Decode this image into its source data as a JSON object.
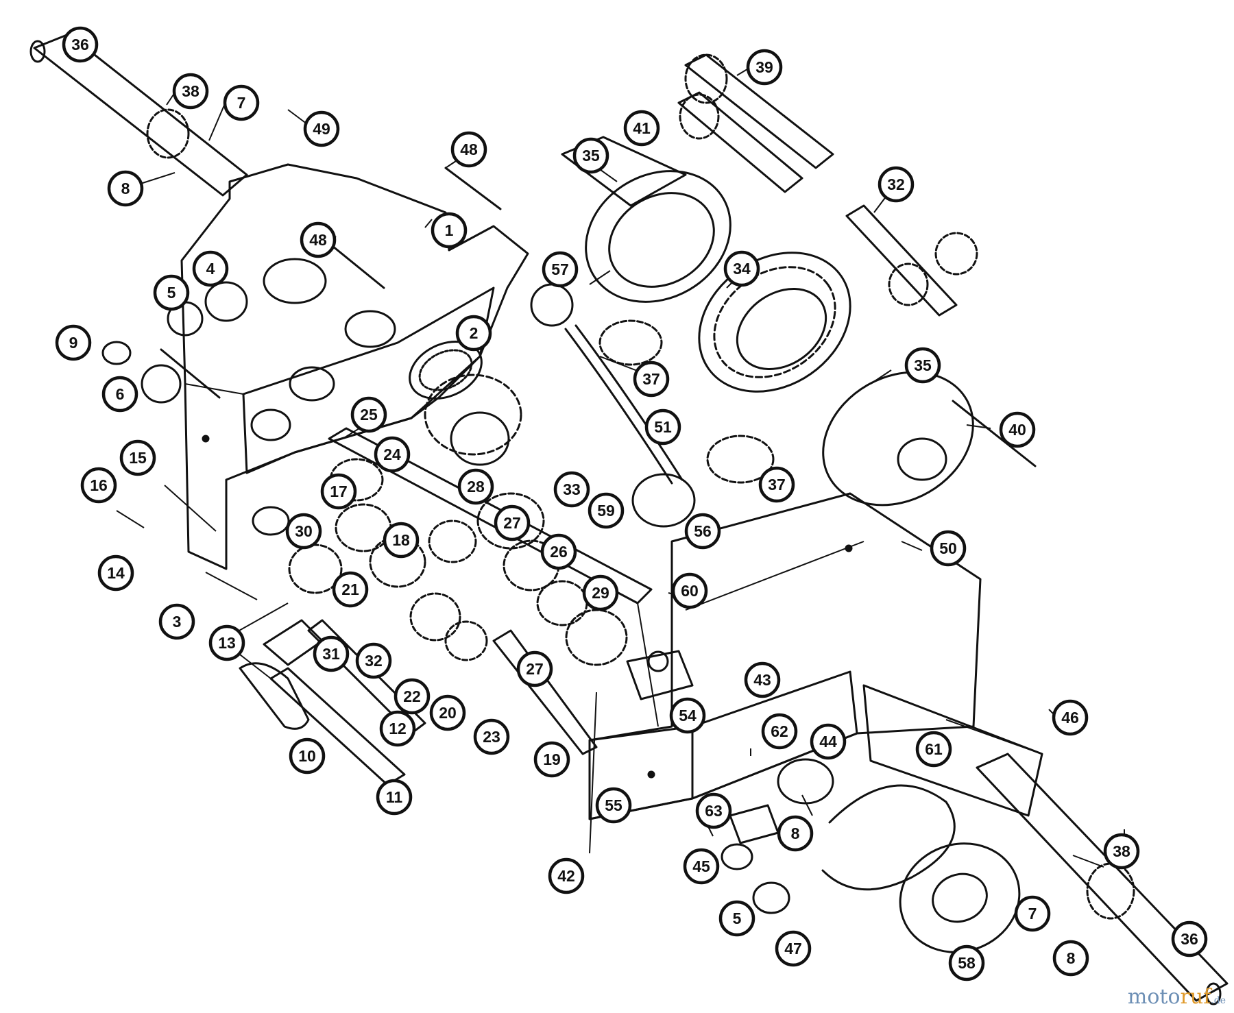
{
  "diagram": {
    "callouts": [
      {
        "label": "36"
      },
      {
        "label": "38"
      },
      {
        "label": "7"
      },
      {
        "label": "8"
      },
      {
        "label": "49"
      },
      {
        "label": "48"
      },
      {
        "label": "48"
      },
      {
        "label": "1"
      },
      {
        "label": "4"
      },
      {
        "label": "5"
      },
      {
        "label": "9"
      },
      {
        "label": "6"
      },
      {
        "label": "35"
      },
      {
        "label": "41"
      },
      {
        "label": "39"
      },
      {
        "label": "32"
      },
      {
        "label": "57"
      },
      {
        "label": "2"
      },
      {
        "label": "34"
      },
      {
        "label": "37"
      },
      {
        "label": "35"
      },
      {
        "label": "25"
      },
      {
        "label": "51"
      },
      {
        "label": "40"
      },
      {
        "label": "24"
      },
      {
        "label": "15"
      },
      {
        "label": "16"
      },
      {
        "label": "14"
      },
      {
        "label": "17"
      },
      {
        "label": "28"
      },
      {
        "label": "33"
      },
      {
        "label": "37"
      },
      {
        "label": "30"
      },
      {
        "label": "18"
      },
      {
        "label": "27"
      },
      {
        "label": "59"
      },
      {
        "label": "56"
      },
      {
        "label": "26"
      },
      {
        "label": "50"
      },
      {
        "label": "21"
      },
      {
        "label": "29"
      },
      {
        "label": "60"
      },
      {
        "label": "3"
      },
      {
        "label": "13"
      },
      {
        "label": "31"
      },
      {
        "label": "32"
      },
      {
        "label": "22"
      },
      {
        "label": "20"
      },
      {
        "label": "23"
      },
      {
        "label": "27"
      },
      {
        "label": "43"
      },
      {
        "label": "54"
      },
      {
        "label": "12"
      },
      {
        "label": "10"
      },
      {
        "label": "11"
      },
      {
        "label": "19"
      },
      {
        "label": "46"
      },
      {
        "label": "62"
      },
      {
        "label": "44"
      },
      {
        "label": "61"
      },
      {
        "label": "55"
      },
      {
        "label": "63"
      },
      {
        "label": "8"
      },
      {
        "label": "42"
      },
      {
        "label": "45"
      },
      {
        "label": "38"
      },
      {
        "label": "5"
      },
      {
        "label": "7"
      },
      {
        "label": "8"
      },
      {
        "label": "47"
      },
      {
        "label": "58"
      },
      {
        "label": "36"
      }
    ]
  },
  "watermark": {
    "part1": "moto",
    "part2": "ruf",
    "part3": ".de"
  }
}
